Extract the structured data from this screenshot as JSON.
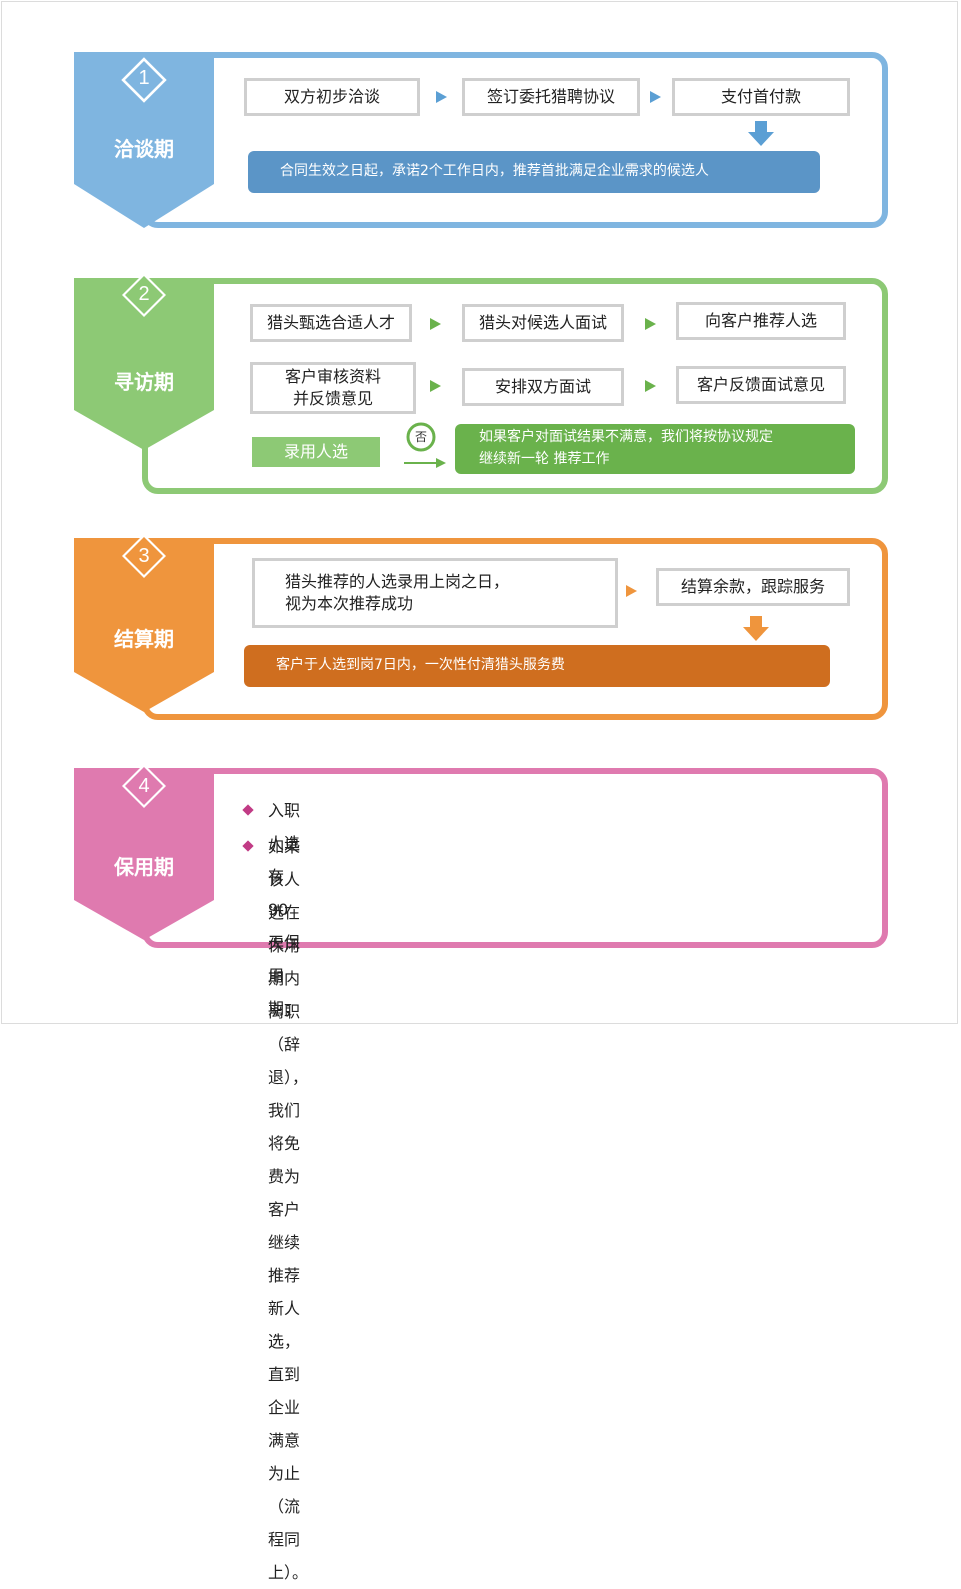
{
  "stages": [
    {
      "number": "1",
      "label": "洽谈期",
      "color": "#7fb5e0",
      "bar_color": "#5b95c7",
      "steps": [
        "双方初步洽谈",
        "签订委托猎聘协议",
        "支付首付款"
      ],
      "note": "合同生效之日起，承诺2个工作日内，推荐首批满足企业需求的候选人"
    },
    {
      "number": "2",
      "label": "寻访期",
      "color": "#8dc975",
      "bar_color": "#6ab24c",
      "row1": [
        "猎头甄选合适人才",
        "猎头对候选人面试",
        "向客户推荐人选"
      ],
      "row2": [
        "客户审核资料\n并反馈意见",
        "安排双方面试",
        "客户反馈面试意见"
      ],
      "hire_button": "录用人选",
      "no_label": "否",
      "note": "如果客户对面试结果不满意，我们将按协议规定\n继续新一轮 推荐工作"
    },
    {
      "number": "3",
      "label": "结算期",
      "color": "#ef953d",
      "bar_color": "#cf6e1f",
      "step_left": "猎头推荐的人选录用上岗之日，\n视为本次推荐成功",
      "step_right": "结算余款，跟踪服务",
      "note": "客户于人选到岗7日内，一次性付清猎头服务费"
    },
    {
      "number": "4",
      "label": "保用期",
      "color": "#df7aaf",
      "bullet_color": "#c13b85",
      "items": [
        "入职人选有90天保用期；",
        "如果该人选在保用期内离职（辞退），我们将免费为客户继续推荐新人选，\n直到企业满意为止（流程同上）。"
      ]
    }
  ]
}
